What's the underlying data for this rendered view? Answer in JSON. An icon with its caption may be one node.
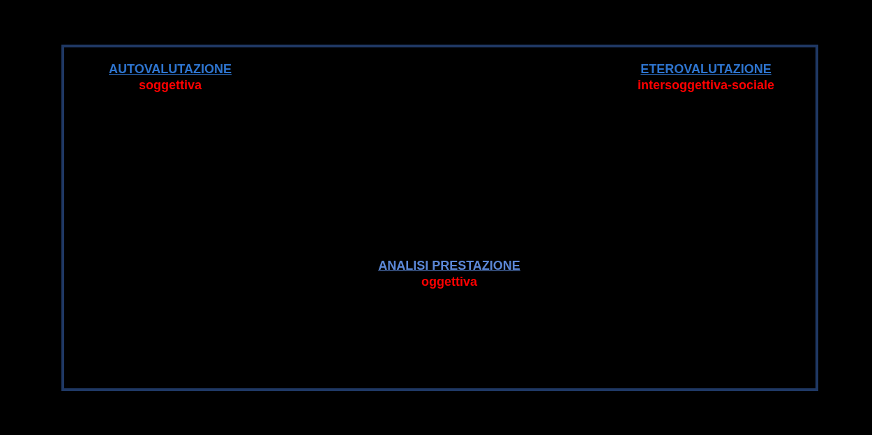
{
  "diagram": {
    "nodes": [
      {
        "text": [],
        "shape": "box"
      },
      {
        "text": [
          "AUTOVALUTAZIONE",
          "soggettiva"
        ],
        "in": 0
      },
      {
        "text": [
          "ETEROVALUTAZIONE",
          "intersoggettiva-sociale"
        ],
        "in": 0
      },
      {
        "text": [
          "ANALISI PRESTAZIONE",
          "oggettiva"
        ],
        "in": 0
      }
    ]
  }
}
